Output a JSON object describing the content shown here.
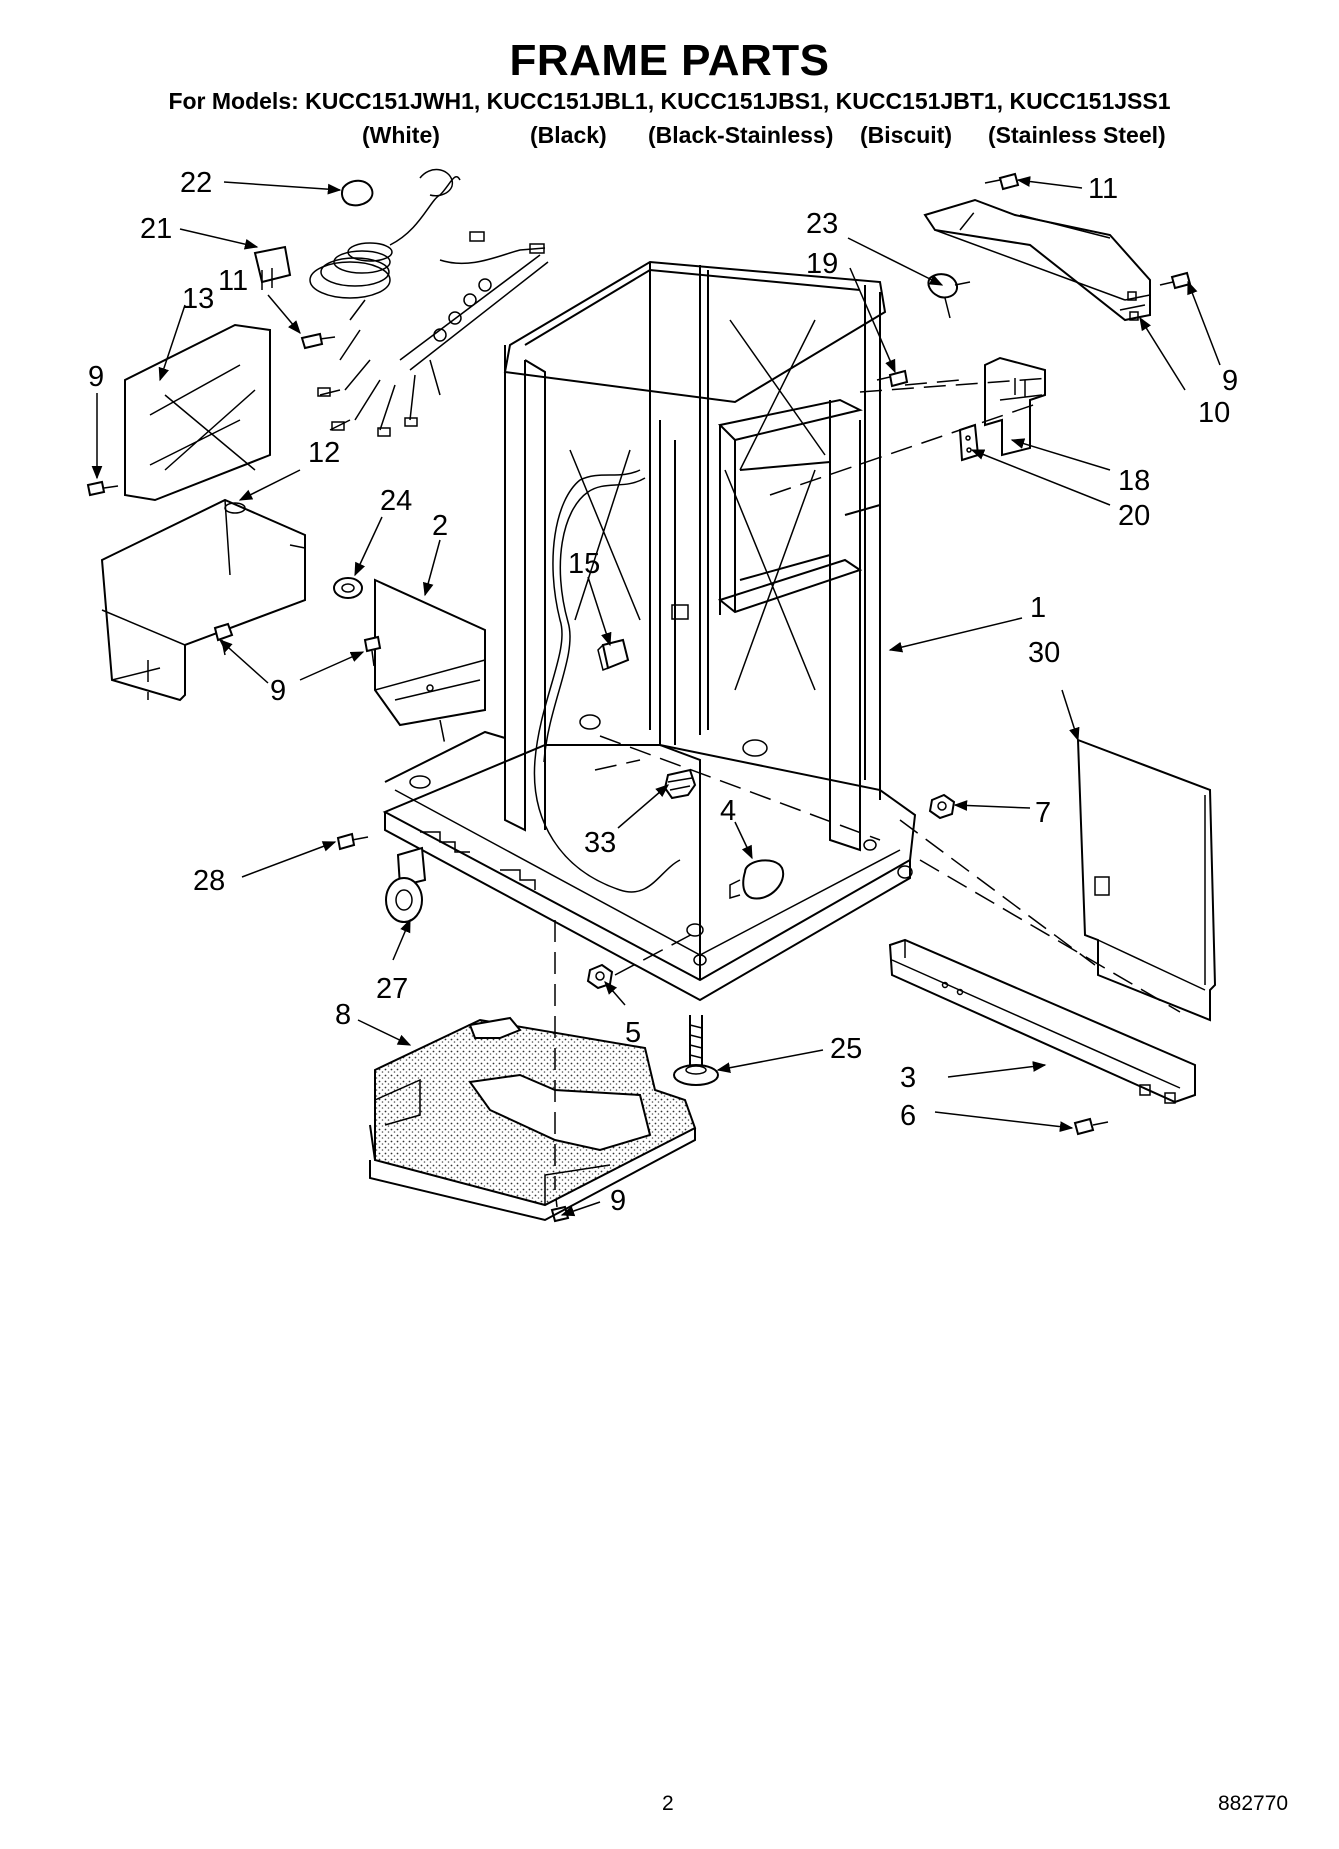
{
  "header": {
    "title": "FRAME PARTS",
    "models_line": "For Models: KUCC151JWH1, KUCC151JBL1, KUCC151JBS1, KUCC151JBT1, KUCC151JSS1",
    "variants": [
      "(White)",
      "(Black)",
      "(Black-Stainless)",
      "(Biscuit)",
      "(Stainless Steel)"
    ]
  },
  "callouts": {
    "c22": "22",
    "c21": "21",
    "c13": "13",
    "c11a": "11",
    "c9a": "9",
    "c12": "12",
    "c24": "24",
    "c2": "2",
    "c9b": "9",
    "c15": "15",
    "c33": "33",
    "c4": "4",
    "c28": "28",
    "c27": "27",
    "c8": "8",
    "c5": "5",
    "c25": "25",
    "c9c": "9",
    "c11b": "11",
    "c23": "23",
    "c19": "19",
    "c9d": "9",
    "c10": "10",
    "c18": "18",
    "c20": "20",
    "c1": "1",
    "c30": "30",
    "c7": "7",
    "c3": "3",
    "c6": "6"
  },
  "footer": {
    "page": "2",
    "doc_number": "882770"
  }
}
